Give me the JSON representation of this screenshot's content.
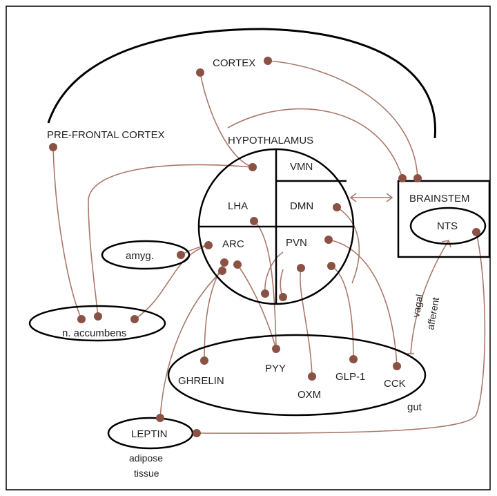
{
  "colors": {
    "connector": "#a9786a",
    "node_dot": "#8a5244",
    "outline": "#000000",
    "text": "#222222"
  },
  "labels": {
    "cortex": "CORTEX",
    "prefrontal": "PRE-FRONTAL CORTEX",
    "hypothalamus": "HYPOTHALAMUS",
    "vmn": "VMN",
    "lha": "LHA",
    "dmn": "DMN",
    "arc": "ARC",
    "pvn": "PVN",
    "brainstem": "BRAINSTEM",
    "nts": "NTS",
    "amyg": "amyg.",
    "accumbens": "n. accumbens",
    "ghrelin": "GHRELIN",
    "pyy": "PYY",
    "oxm": "OXM",
    "glp1": "GLP-1",
    "cck": "CCK",
    "gut": "gut",
    "leptin": "LEPTIN",
    "adipose_line1": "adipose",
    "adipose_line2": "tissue",
    "vagal_line1": "vagal",
    "vagal_line2": "afferent"
  }
}
